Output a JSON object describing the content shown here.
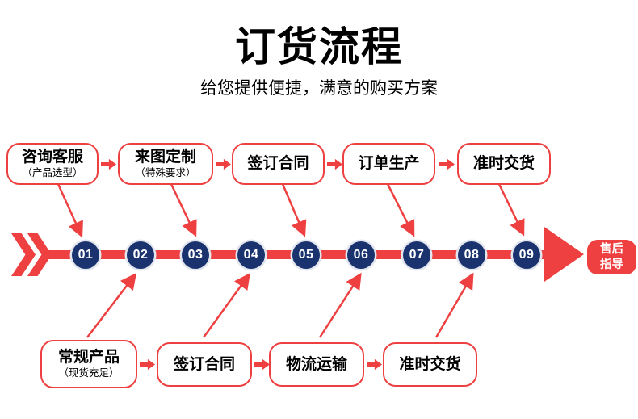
{
  "header": {
    "title": "订货流程",
    "subtitle": "给您提供便捷，满意的购买方案"
  },
  "colors": {
    "red": "#ee4040",
    "navy": "#1a336e"
  },
  "top_row": [
    {
      "label": "咨询客服",
      "sublabel": "（产品选型）"
    },
    {
      "label": "来图定制",
      "sublabel": "（特殊要求）"
    },
    {
      "label": "签订合同"
    },
    {
      "label": "订单生产"
    },
    {
      "label": "准时交货"
    }
  ],
  "timeline": {
    "steps": [
      "01",
      "02",
      "03",
      "04",
      "05",
      "06",
      "07",
      "08",
      "09"
    ],
    "end_label_line1": "售后",
    "end_label_line2": "指导"
  },
  "bottom_row": [
    {
      "label": "常规产品",
      "sublabel": "（现货充足）"
    },
    {
      "label": "签订合同"
    },
    {
      "label": "物流运输"
    },
    {
      "label": "准时交货"
    }
  ]
}
